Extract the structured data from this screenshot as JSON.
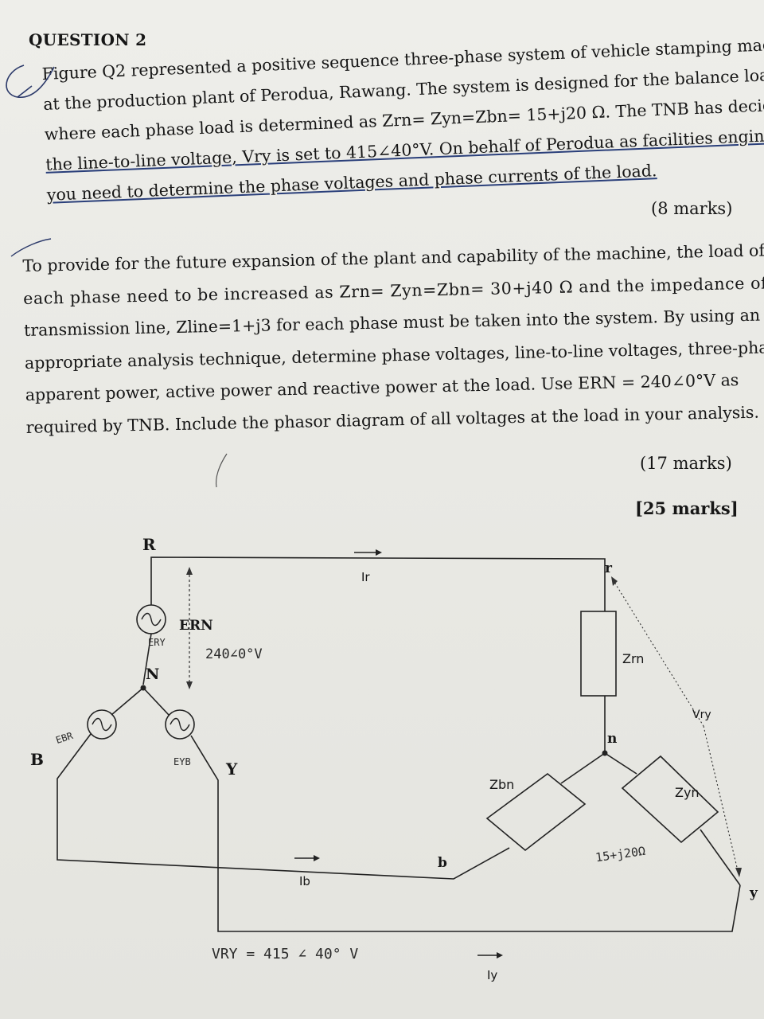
{
  "question_title": "QUESTION 2",
  "part_a": {
    "lines": [
      "Figure Q2 represented a positive sequence three-phase system of vehicle stamping machine",
      "at the production plant of Perodua, Rawang. The system is designed for the balance load",
      "where each phase load is determined as Zrn= Zyn=Zbn= 15+j20 Ω. The TNB has decided that",
      "the line-to-line voltage, Vry is set to 415∠40°V. On behalf of Perodua as facilities engineer,",
      "you need to determine the phase voltages and phase currents of the load."
    ],
    "marks": "(8 marks)"
  },
  "part_b": {
    "lines": [
      "To provide for the future expansion of the plant and capability of the machine, the load of",
      "each phase need to be increased as Zrn= Zyn=Zbn= 30+j40 Ω and the impedance of",
      "transmission line, Zline=1+j3 for each phase must be taken into the system. By using an",
      "appropriate analysis technique, determine phase voltages, line-to-line voltages, three-phase",
      "apparent power, active power and reactive power at the load. Use ERN = 240∠0°V as",
      "required by TNB. Include the phasor diagram of all voltages at the load in your analysis."
    ],
    "marks": "(17 marks)"
  },
  "total_marks": "[25 marks]",
  "circuit": {
    "node_R": "R",
    "node_N": "N",
    "node_B": "B",
    "node_Y": "Y",
    "node_r": "r",
    "node_n": "n",
    "node_b": "b",
    "node_y": "y",
    "source_label": "ERN",
    "current_r": "Ir",
    "current_b": "Ib",
    "current_y": "Iy",
    "z_rn": "Zrn",
    "z_bn": "Zbn",
    "z_yn": "Zyn",
    "v_ry": "Vry"
  },
  "handwriting": {
    "ern_value": "240∠0°V",
    "vry_value": "VRY = 415 ∠ 40° V",
    "load_value": "15+j20Ω",
    "src_r": "ERY",
    "src_b": "EBR",
    "src_y": "EYB"
  }
}
